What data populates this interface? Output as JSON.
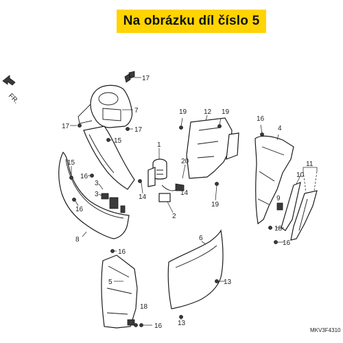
{
  "banner": {
    "text": "Na obrázku díl číslo 5"
  },
  "direction": {
    "label": "FR."
  },
  "diagram_code": "MKV3F4310",
  "callouts": [
    {
      "id": "c17a",
      "text": "17"
    },
    {
      "id": "c7",
      "text": "7"
    },
    {
      "id": "c17b",
      "text": "17"
    },
    {
      "id": "c17c",
      "text": "17"
    },
    {
      "id": "c15a",
      "text": "15"
    },
    {
      "id": "c15b",
      "text": "15"
    },
    {
      "id": "c16a",
      "text": "16"
    },
    {
      "id": "c3a",
      "text": "3"
    },
    {
      "id": "c3b",
      "text": "3"
    },
    {
      "id": "c16b",
      "text": "16"
    },
    {
      "id": "c8",
      "text": "8"
    },
    {
      "id": "c1",
      "text": "1"
    },
    {
      "id": "c20",
      "text": "20"
    },
    {
      "id": "c14a",
      "text": "14"
    },
    {
      "id": "c14b",
      "text": "14"
    },
    {
      "id": "c2",
      "text": "2"
    },
    {
      "id": "c19a",
      "text": "19"
    },
    {
      "id": "c12",
      "text": "12"
    },
    {
      "id": "c19b",
      "text": "19"
    },
    {
      "id": "c19c",
      "text": "19"
    },
    {
      "id": "c16c",
      "text": "16"
    },
    {
      "id": "c4",
      "text": "4"
    },
    {
      "id": "c11",
      "text": "11"
    },
    {
      "id": "c10",
      "text": "10"
    },
    {
      "id": "c9",
      "text": "9"
    },
    {
      "id": "c18a",
      "text": "18"
    },
    {
      "id": "c16d",
      "text": "16"
    },
    {
      "id": "c6",
      "text": "6"
    },
    {
      "id": "c16e",
      "text": "16"
    },
    {
      "id": "c5",
      "text": "5"
    },
    {
      "id": "c13a",
      "text": "13"
    },
    {
      "id": "c18b",
      "text": "18"
    },
    {
      "id": "c16f",
      "text": "16"
    },
    {
      "id": "c13b",
      "text": "13"
    }
  ]
}
